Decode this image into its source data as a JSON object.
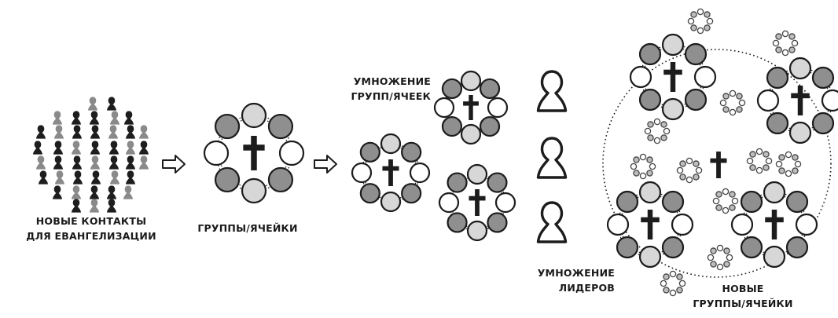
{
  "labels": {
    "contacts": [
      "НОВЫЕ КОНТАКТЫ",
      "ДЛЯ ЕВАНГЕЛИЗАЦИИ"
    ],
    "groups": [
      "ГРУППЫ/ЯЧЕЙКИ"
    ],
    "multiply_groups": [
      "УМНОЖЕНИЕ",
      "ГРУПП/ЯЧЕЕК"
    ],
    "multiply_leaders": [
      "УМНОЖЕНИЕ",
      "ЛИДЕРОВ"
    ],
    "new_groups": [
      "НОВЫЕ",
      "ГРУППЫ/ЯЧЕЙКИ"
    ]
  }
}
